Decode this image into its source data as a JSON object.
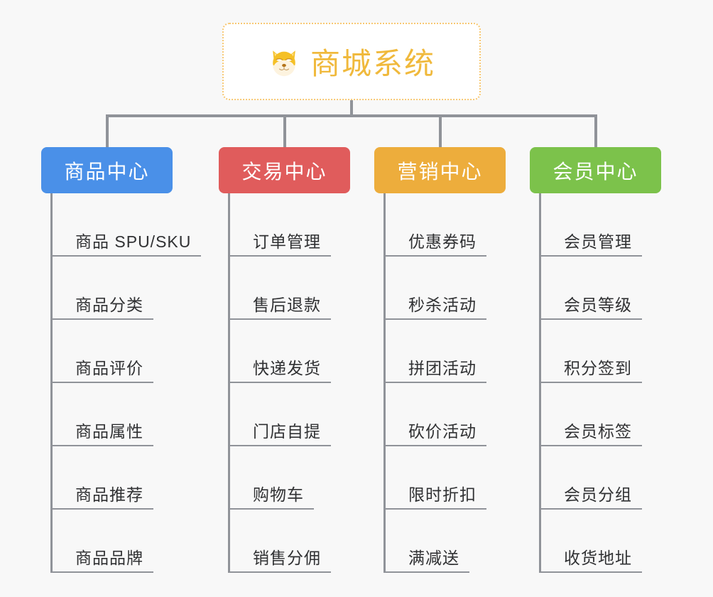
{
  "background_color": "#f8f8f8",
  "connector_color": "#909399",
  "root": {
    "icon": "shiba-inu-dog-face-icon",
    "title": "商城系统",
    "title_color": "#f0b93c",
    "border_color": "#f7c873"
  },
  "columns": [
    {
      "title": "商品中心",
      "color": "#4a90e8",
      "items": [
        "商品 SPU/SKU",
        "商品分类",
        "商品评价",
        "商品属性",
        "商品推荐",
        "商品品牌"
      ]
    },
    {
      "title": "交易中心",
      "color": "#e05c5c",
      "items": [
        "订单管理",
        "售后退款",
        "快递发货",
        "门店自提",
        "购物车",
        "销售分佣"
      ]
    },
    {
      "title": "营销中心",
      "color": "#edad3c",
      "items": [
        "优惠券码",
        "秒杀活动",
        "拼团活动",
        "砍价活动",
        "限时折扣",
        "满减送"
      ]
    },
    {
      "title": "会员中心",
      "color": "#7cc24b",
      "items": [
        "会员管理",
        "会员等级",
        "积分签到",
        "会员标签",
        "会员分组",
        "收货地址"
      ]
    }
  ]
}
